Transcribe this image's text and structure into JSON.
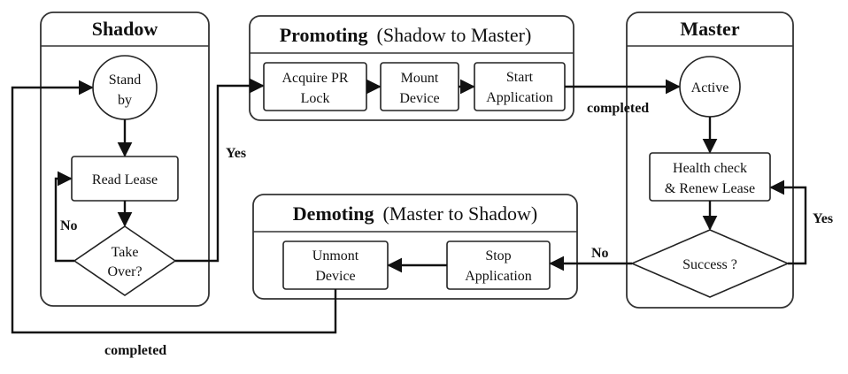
{
  "panels": {
    "shadow": {
      "title": "Shadow"
    },
    "promoting": {
      "title_bold": "Promoting",
      "title_rest": "(Shadow to Master)"
    },
    "master": {
      "title": "Master"
    },
    "demoting": {
      "title_bold": "Demoting",
      "title_rest": "(Master to Shadow)"
    }
  },
  "nodes": {
    "standby": [
      "Stand",
      "by"
    ],
    "read_lease": "Read Lease",
    "take_over": [
      "Take",
      "Over?"
    ],
    "acquire_pr_lock": [
      "Acquire PR",
      "Lock"
    ],
    "mount_device": [
      "Mount",
      "Device"
    ],
    "start_application": [
      "Start",
      "Application"
    ],
    "active": "Active",
    "health_check": [
      "Health check",
      "& Renew Lease"
    ],
    "success": "Success ?",
    "stop_application": [
      "Stop",
      "Application"
    ],
    "unmount_device": [
      "Unmont",
      "Device"
    ]
  },
  "edge_labels": {
    "takeover_yes": "Yes",
    "takeover_no": "No",
    "promote_completed": "completed",
    "success_yes": "Yes",
    "success_no": "No",
    "demote_completed": "completed"
  }
}
